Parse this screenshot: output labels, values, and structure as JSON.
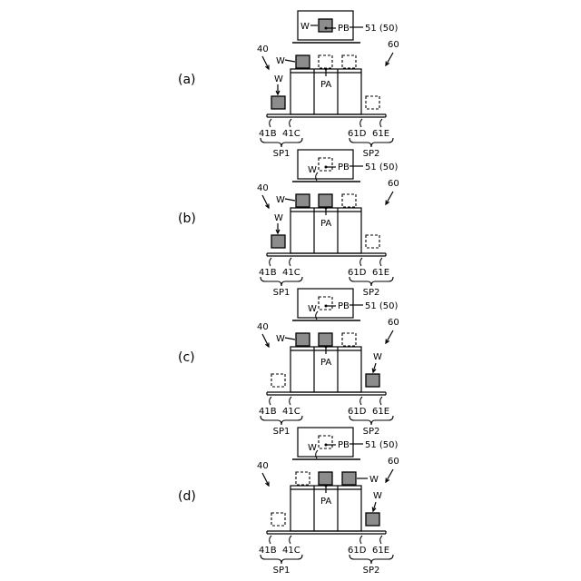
{
  "colors": {
    "line": "#000000",
    "wafer_fill": "#8c8c8c",
    "background": "#ffffff"
  },
  "labels": {
    "W": "W",
    "PB": "PB",
    "PA": "PA",
    "holder": "51 (50)",
    "left_unit": "40",
    "right_unit": "60",
    "n41B": "41B",
    "n41C": "41C",
    "n61D": "61D",
    "n61E": "61E",
    "SP1": "SP1",
    "SP2": "SP2"
  },
  "panels": [
    {
      "label": "(a)",
      "wafer": {
        "PB": true,
        "41C": true,
        "PA": false,
        "61D": false,
        "41B": true,
        "61E": false
      },
      "w_labels": [
        "PB",
        "41C",
        "41B"
      ]
    },
    {
      "label": "(b)",
      "wafer": {
        "PB": false,
        "41C": true,
        "PA": true,
        "61D": false,
        "41B": true,
        "61E": false
      },
      "w_labels": [
        "PB",
        "41C",
        "41B"
      ]
    },
    {
      "label": "(c)",
      "wafer": {
        "PB": false,
        "41C": true,
        "PA": true,
        "61D": false,
        "41B": false,
        "61E": true
      },
      "w_labels": [
        "PB",
        "41C",
        "61E"
      ]
    },
    {
      "label": "(d)",
      "wafer": {
        "PB": false,
        "41C": false,
        "PA": true,
        "61D": true,
        "41B": false,
        "61E": true
      },
      "w_labels": [
        "PB",
        "61D",
        "61E"
      ]
    }
  ]
}
